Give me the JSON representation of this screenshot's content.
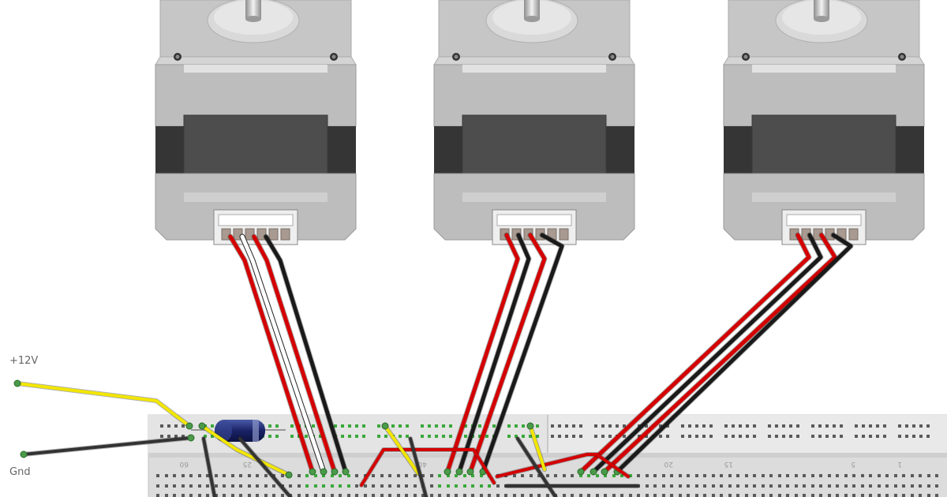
{
  "labels": {
    "power_plus": "+12V",
    "ground": "Gnd"
  },
  "breadboard": {
    "column_numbers": [
      "60",
      "25",
      "40",
      "20",
      "15",
      "5",
      "1"
    ]
  },
  "colors": {
    "wire_red": "#d40000",
    "wire_black": "#1a1a1a",
    "wire_white": "#ffffff",
    "wire_yellow": "#f2e600",
    "wire_gray": "#333333",
    "motor_body": "#b9b9b9",
    "motor_dark": "#4a4a4a",
    "breadboard": "#dcdcdc",
    "hole_active": "#3aa83a"
  },
  "components": {
    "motors": [
      {
        "id": "motor-1",
        "wires": [
          "red",
          "white",
          "red",
          "black"
        ]
      },
      {
        "id": "motor-2",
        "wires": [
          "red",
          "black",
          "red",
          "black"
        ]
      },
      {
        "id": "motor-3",
        "wires": [
          "red",
          "black",
          "red",
          "black"
        ]
      }
    ],
    "capacitor": "electrolytic"
  }
}
